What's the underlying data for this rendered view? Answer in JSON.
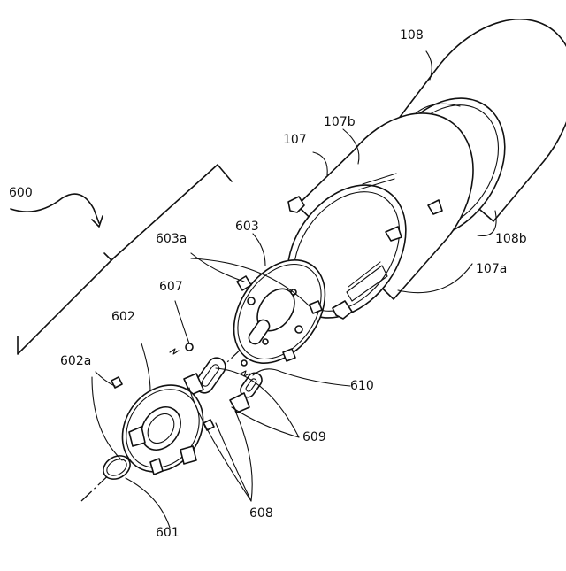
{
  "figure": {
    "labels": {
      "assembly": "600",
      "p601": "601",
      "p602": "602",
      "p602a": "602a",
      "p603": "603",
      "p603a": "603a",
      "p607": "607",
      "p608": "608",
      "p609": "609",
      "p610": "610",
      "p107": "107",
      "p107a": "107a",
      "p107b": "107b",
      "p108": "108",
      "p108b": "108b"
    }
  }
}
